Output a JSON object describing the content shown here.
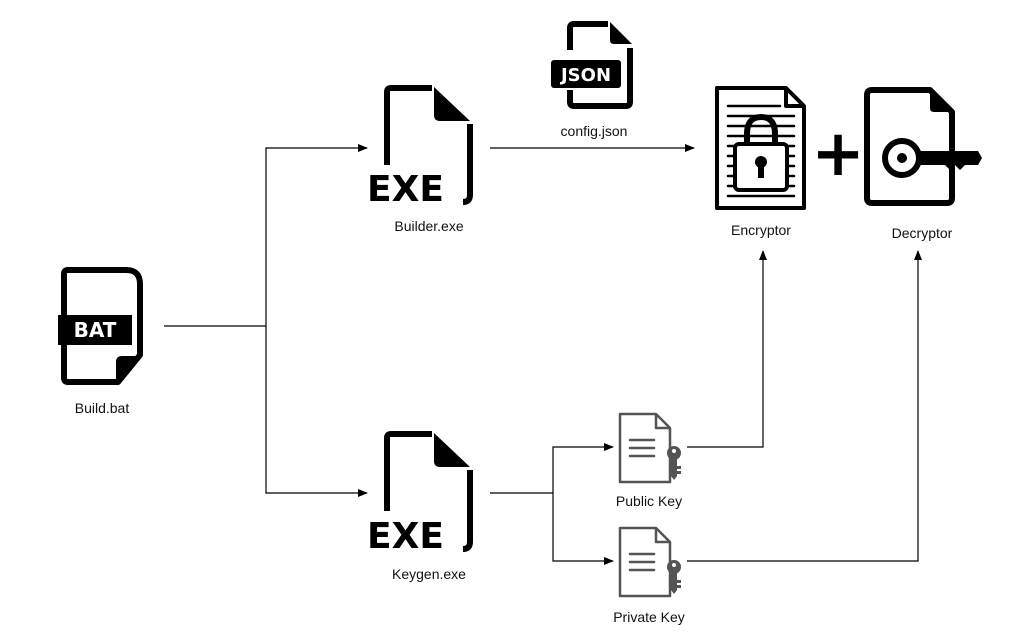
{
  "nodes": {
    "build_bat": {
      "label": "Build.bat",
      "badge": "BAT"
    },
    "builder_exe": {
      "label": "Builder.exe",
      "badge": "EXE"
    },
    "keygen_exe": {
      "label": "Keygen.exe",
      "badge": "EXE"
    },
    "config_json": {
      "label": "config.json",
      "badge": "JSON"
    },
    "encryptor": {
      "label": "Encryptor"
    },
    "decryptor": {
      "label": "Decryptor"
    },
    "public_key": {
      "label": "Public Key"
    },
    "private_key": {
      "label": "Private Key"
    },
    "plus": {
      "symbol": "+"
    }
  },
  "icons": {
    "build_bat": "bat-file-icon",
    "builder_exe": "exe-file-icon",
    "keygen_exe": "exe-file-icon",
    "config_json": "json-file-icon",
    "encryptor": "locked-document-icon",
    "decryptor": "key-document-icon",
    "public_key": "key-file-icon",
    "private_key": "key-file-icon"
  },
  "edges": [
    {
      "from": "Build.bat",
      "to": "Builder.exe"
    },
    {
      "from": "Build.bat",
      "to": "Keygen.exe"
    },
    {
      "from": "Builder.exe",
      "to": "Encryptor",
      "via": "config.json"
    },
    {
      "from": "Keygen.exe",
      "to": "Public Key"
    },
    {
      "from": "Keygen.exe",
      "to": "Private Key"
    },
    {
      "from": "Public Key",
      "to": "Encryptor"
    },
    {
      "from": "Private Key",
      "to": "Decryptor"
    }
  ]
}
